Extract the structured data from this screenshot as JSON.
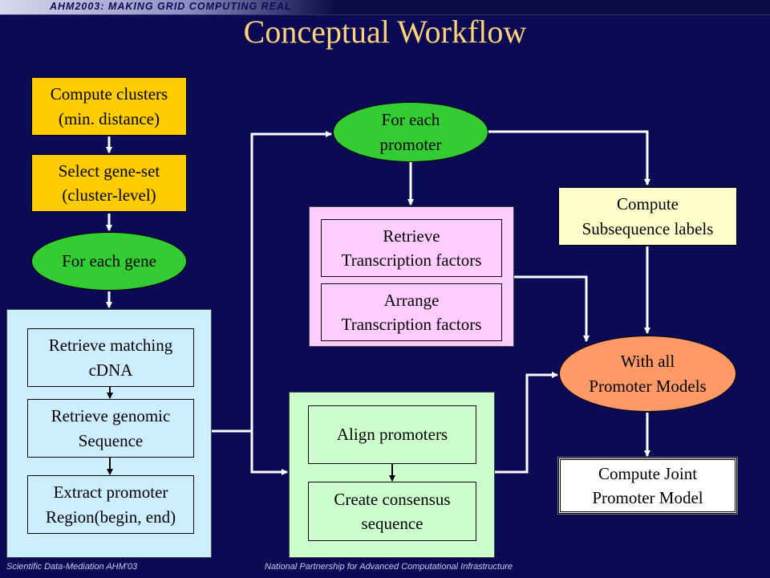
{
  "header": {
    "brand": "AHM2003: MAKING GRID COMPUTING REAL"
  },
  "title": "Conceptual Workflow",
  "nodes": {
    "compute_clusters": "Compute clusters\n(min. distance)",
    "select_gene_set": "Select gene-set\n(cluster-level)",
    "for_each_gene": "For each gene",
    "retrieve_cdna": "Retrieve matching\ncDNA",
    "retrieve_genomic": "Retrieve genomic\nSequence",
    "extract_promoter": "Extract promoter\nRegion(begin, end)",
    "for_each_promoter": "For each\npromoter",
    "retrieve_tf": "Retrieve\nTranscription factors",
    "arrange_tf": "Arrange\nTranscription factors",
    "align_promoters": "Align promoters",
    "create_consensus": "Create consensus\nsequence",
    "compute_subsequence": "Compute\nSubsequence labels",
    "with_all_models": "With all\nPromoter Models",
    "compute_joint": "Compute Joint\nPromoter Model"
  },
  "colors": {
    "background": "#0b0b55",
    "title": "#ffd27a",
    "yellow": "#ffcc00",
    "green": "#33cc33",
    "light_blue": "#cceeff",
    "pink": "#ffccff",
    "mint": "#ccffcc",
    "pale_yellow": "#ffffcc",
    "salmon": "#ff9966",
    "arrow": "#ffffff"
  },
  "footer": {
    "left": "Scientific Data-Mediation AHM'03",
    "right": "National Partnership for Advanced Computational Infrastructure"
  }
}
